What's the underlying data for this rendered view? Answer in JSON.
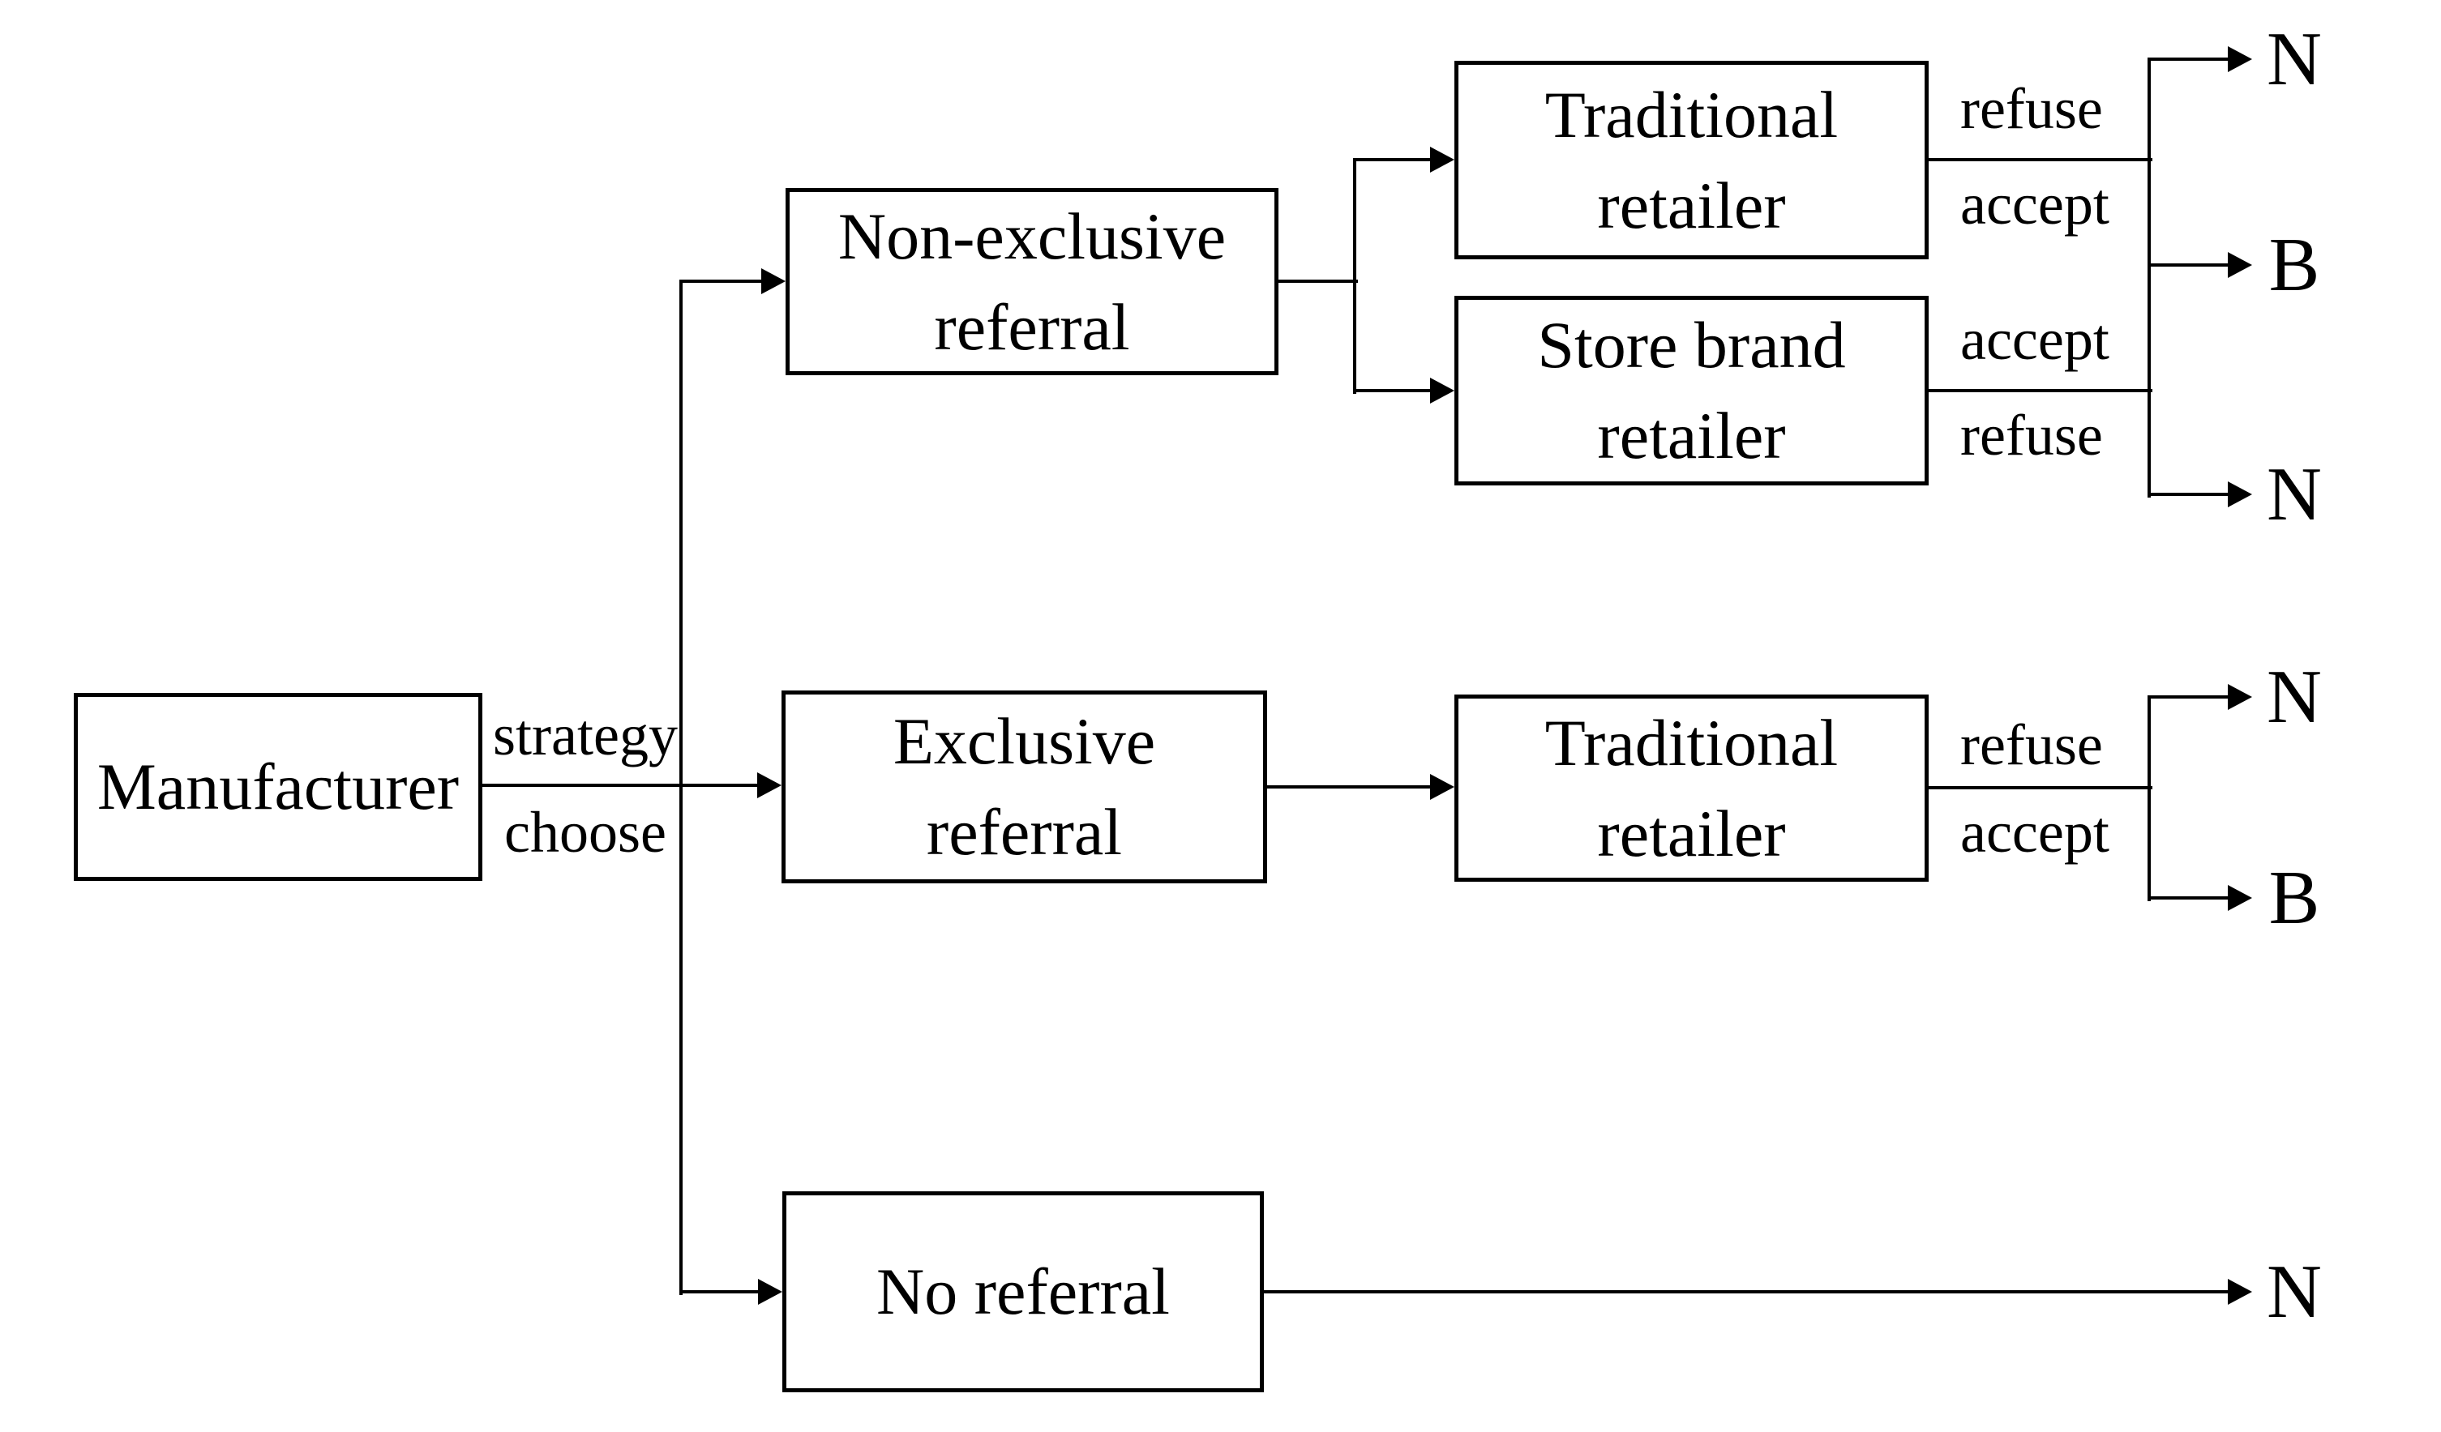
{
  "nodes": {
    "manufacturer": {
      "line1": "Manufacturer"
    },
    "non_exclusive": {
      "line1": "Non-exclusive",
      "line2": "referral"
    },
    "exclusive": {
      "line1": "Exclusive",
      "line2": "referral"
    },
    "no_referral": {
      "line1": "No referral"
    },
    "traditional_top": {
      "line1": "Traditional",
      "line2": "retailer"
    },
    "store_brand": {
      "line1": "Store brand",
      "line2": "retailer"
    },
    "traditional_mid": {
      "line1": "Traditional",
      "line2": "retailer"
    }
  },
  "edge_labels": {
    "strategy": {
      "above": "strategy",
      "below": "choose"
    },
    "ne_traditional": {
      "above": "refuse",
      "below": "accept"
    },
    "ne_store_brand": {
      "above": "accept",
      "below": "refuse"
    },
    "ex_traditional": {
      "above": "refuse",
      "below": "accept"
    }
  },
  "outcomes": {
    "ne_trad_refuse": "N",
    "ne_accept": "B",
    "ne_store_refuse": "N",
    "ex_refuse": "N",
    "ex_accept": "B",
    "no_referral": "N"
  },
  "colors": {
    "line": "#000000",
    "background": "#ffffff",
    "text": "#000000"
  }
}
